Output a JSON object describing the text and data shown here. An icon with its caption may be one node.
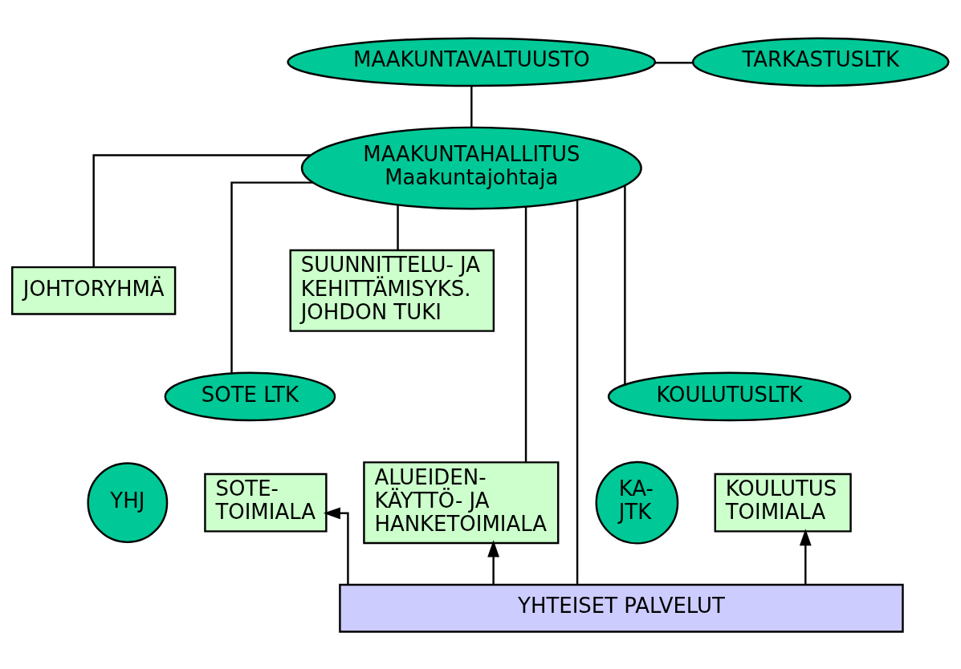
{
  "diagram": {
    "nodes": [
      {
        "text": [
          "MAAKUNTAVALTUUSTO"
        ]
      },
      {
        "text": [
          "TARKASTUSLTK"
        ]
      },
      {
        "text": [
          "MAAKUNTAHALLITUS",
          "Maakuntajohtaja"
        ]
      },
      {
        "text": [
          "JOHTORYHMÄ"
        ]
      },
      {
        "text": [
          "SUUNNITTELU- JA KEHITTÄMISYKS. JOHDON TUKI"
        ]
      },
      {
        "text": [
          "SOTE LTK"
        ]
      },
      {
        "text": [
          "YHJ"
        ]
      },
      {
        "text": [
          "SOTE- TOIMIALA"
        ]
      },
      {
        "text": [
          "KOULUTUSLTK"
        ]
      },
      {
        "text": [
          "KA- JTK"
        ]
      },
      {
        "text": [
          "KOULUTUS TOIMIALA"
        ]
      },
      {
        "text": [
          "ALUEIDEN- KÄYTTÖ- JA HANKETOIMIALA"
        ]
      },
      {
        "text": [
          "YHTEISET PALVELUT"
        ]
      }
    ],
    "edges": [
      {
        "from": 0,
        "to": 2,
        "arrow": "none"
      },
      {
        "from": 1,
        "to": 0,
        "arrow": "none"
      },
      {
        "from": 2,
        "to": 3,
        "arrow": "none"
      },
      {
        "from": 2,
        "to": 4,
        "arrow": "none"
      },
      {
        "from": 2,
        "to": 5,
        "arrow": "none"
      },
      {
        "from": 2,
        "to": 8,
        "arrow": "none"
      },
      {
        "from": 2,
        "to": 11,
        "arrow": "none"
      },
      {
        "from": 2,
        "to": 12,
        "arrow": "none"
      },
      {
        "from": 12,
        "to": 7,
        "arrow": "to"
      },
      {
        "from": 12,
        "to": 10,
        "arrow": "to"
      },
      {
        "from": 12,
        "to": 11,
        "arrow": "to"
      }
    ]
  }
}
